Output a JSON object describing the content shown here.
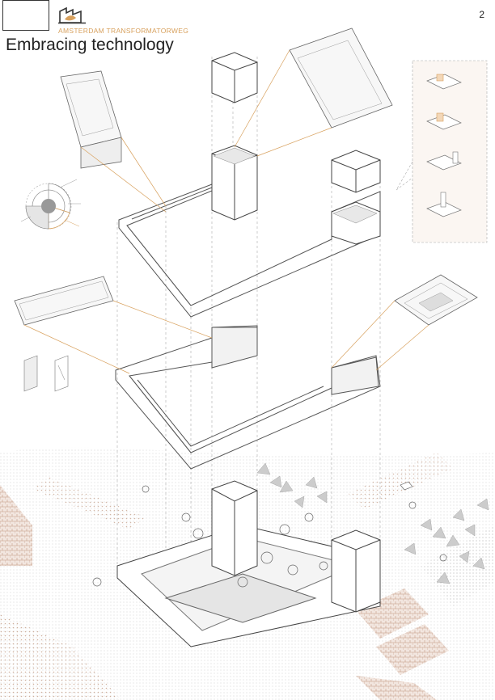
{
  "header": {
    "project_name": "AMSTERDAM TRANSFORMATORWEG",
    "title": "Embracing technology",
    "page_number": "2"
  },
  "colors": {
    "accent": "#d8a15e",
    "line": "#555555",
    "light_line": "#aaaaaa",
    "hatch": "#c8a692",
    "background": "#ffffff"
  },
  "icons": [
    "logo-box",
    "transformer-emblem-icon"
  ]
}
